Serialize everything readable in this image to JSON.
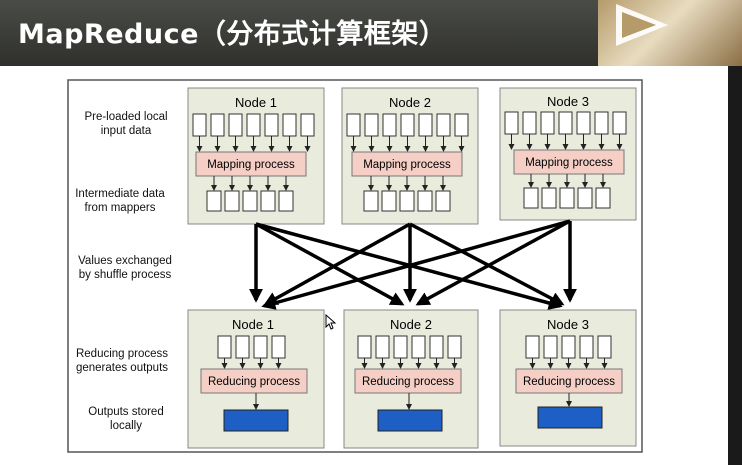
{
  "slide": {
    "title": "MapReduce（分布式计算框架）"
  },
  "diagram": {
    "row_labels": [
      [
        "Pre-loaded local",
        "input data"
      ],
      [
        "Intermediate data",
        "from mappers"
      ],
      [
        "Values exchanged",
        "by shuffle process"
      ],
      [
        "Reducing process",
        "generates outputs"
      ],
      [
        "Outputs stored",
        "locally"
      ]
    ],
    "map_nodes": [
      {
        "name": "Node 1",
        "process": "Mapping process"
      },
      {
        "name": "Node 2",
        "process": "Mapping process"
      },
      {
        "name": "Node 3",
        "process": "Mapping process"
      }
    ],
    "reduce_nodes": [
      {
        "name": "Node 1",
        "process": "Reducing process"
      },
      {
        "name": "Node 2",
        "process": "Reducing process"
      },
      {
        "name": "Node 3",
        "process": "Reducing process"
      }
    ],
    "colors": {
      "node_fill": "#e9ecdc",
      "process_fill": "#f5cfc6",
      "output_fill": "#1e5fc6",
      "frame_border": "#555555"
    }
  }
}
